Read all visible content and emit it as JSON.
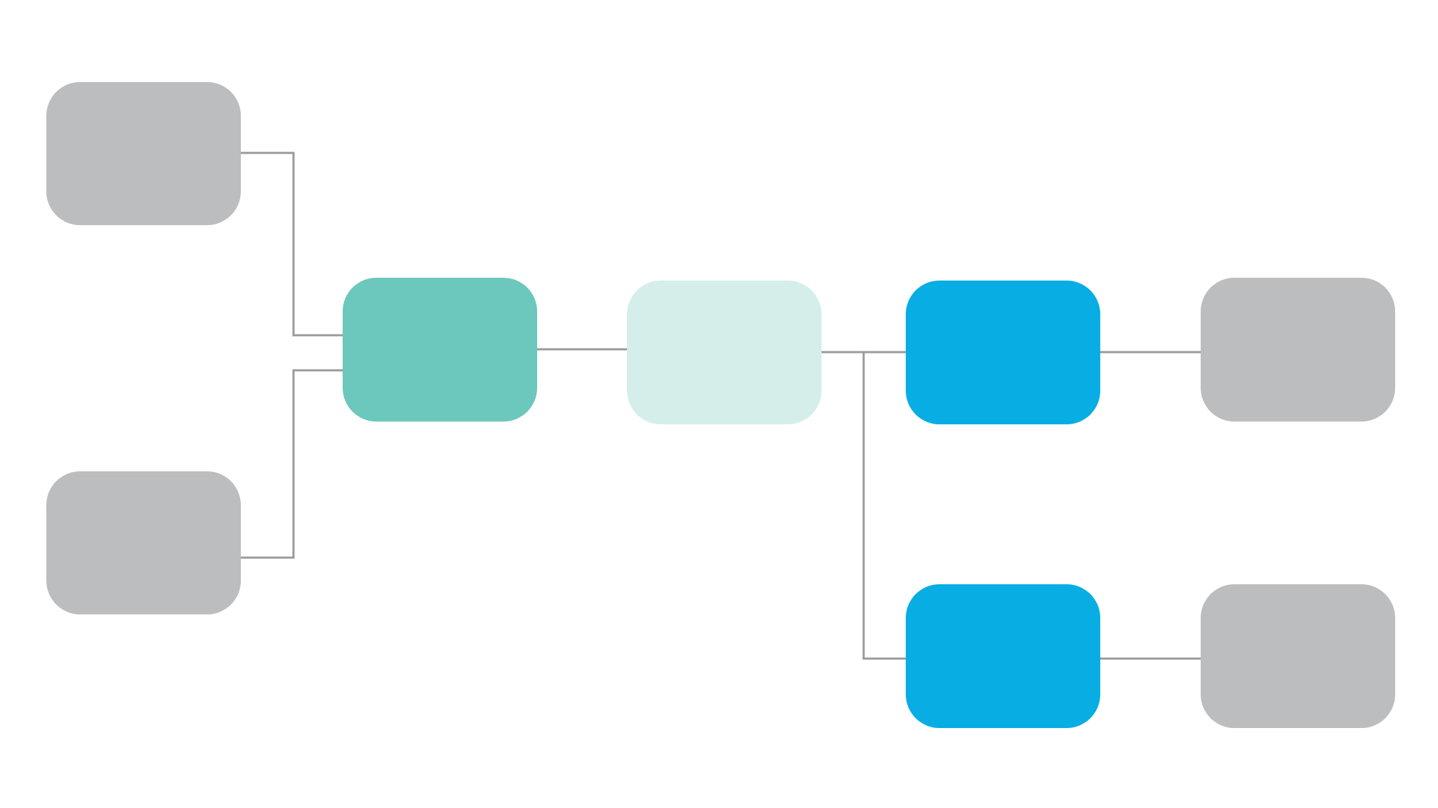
{
  "diagram": {
    "background_color": "#ffffff",
    "connector_color": "#9a9a9a",
    "node_styles": {
      "gray": "#bcbdbe",
      "teal": "#6cc7bc",
      "light-teal": "#d5eeea",
      "blue": "#07ade3"
    },
    "nodes": [
      {
        "id": "source-top",
        "style": "gray",
        "label": ""
      },
      {
        "id": "source-bottom",
        "style": "gray",
        "label": ""
      },
      {
        "id": "merge",
        "style": "teal",
        "label": ""
      },
      {
        "id": "center",
        "style": "light-teal",
        "label": ""
      },
      {
        "id": "branch-top",
        "style": "blue",
        "label": ""
      },
      {
        "id": "branch-bottom",
        "style": "blue",
        "label": ""
      },
      {
        "id": "output-top",
        "style": "gray",
        "label": ""
      },
      {
        "id": "output-bottom",
        "style": "gray",
        "label": ""
      }
    ],
    "edges": [
      {
        "from": "source-top",
        "to": "merge"
      },
      {
        "from": "source-bottom",
        "to": "merge"
      },
      {
        "from": "merge",
        "to": "center"
      },
      {
        "from": "center",
        "to": "branch-top"
      },
      {
        "from": "center",
        "to": "branch-bottom"
      },
      {
        "from": "branch-top",
        "to": "output-top"
      },
      {
        "from": "branch-bottom",
        "to": "output-bottom"
      }
    ]
  }
}
